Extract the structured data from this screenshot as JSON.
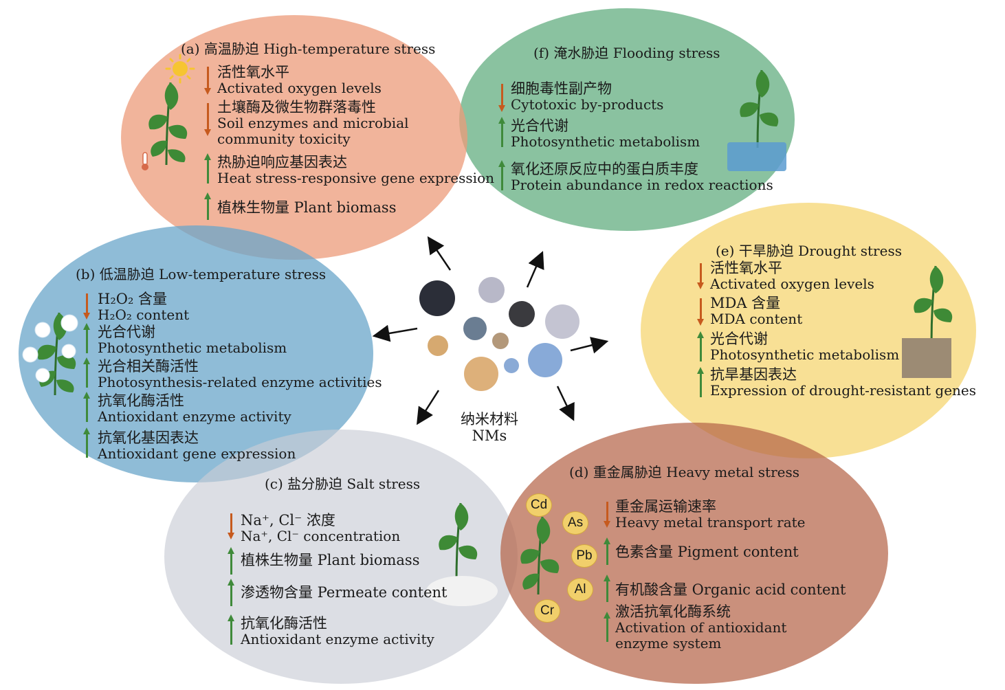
{
  "center": {
    "cn": "纳米材料",
    "en": "NMs"
  },
  "panels": {
    "a": {
      "title": "(a) 高温胁迫 High-temperature stress",
      "items": [
        {
          "cn": "活性氧水平",
          "en": "Activated oxygen levels",
          "dir": "down"
        },
        {
          "cn": "土壤酶及微生物群落毒性",
          "en": "Soil enzymes and microbial",
          "en2": "community toxicity",
          "dir": "down"
        },
        {
          "cn": "热胁迫响应基因表达",
          "en": "Heat stress-responsive gene expression",
          "dir": "up"
        },
        {
          "cn": "植株生物量 Plant biomass",
          "dir": "up"
        }
      ]
    },
    "b": {
      "title": "(b) 低温胁迫 Low-temperature stress",
      "items": [
        {
          "cn": "H₂O₂ 含量",
          "en": "H₂O₂ content",
          "dir": "down"
        },
        {
          "cn": "光合代谢",
          "en": "Photosynthetic metabolism",
          "dir": "up"
        },
        {
          "cn": "光合相关酶活性",
          "en": "Photosynthesis-related enzyme activities",
          "dir": "up"
        },
        {
          "cn": "抗氧化酶活性",
          "en": "Antioxidant enzyme activity",
          "dir": "up"
        },
        {
          "cn": "抗氧化基因表达",
          "en": "Antioxidant gene expression",
          "dir": "up"
        }
      ]
    },
    "c": {
      "title": "(c) 盐分胁迫 Salt stress",
      "items": [
        {
          "cn": "Na⁺, Cl⁻ 浓度",
          "en": "Na⁺, Cl⁻ concentration",
          "dir": "down"
        },
        {
          "cn": "植株生物量 Plant biomass",
          "dir": "up"
        },
        {
          "cn": "渗透物含量 Permeate content",
          "dir": "up"
        },
        {
          "cn": "抗氧化酶活性",
          "en": "Antioxidant enzyme activity",
          "dir": "up"
        }
      ]
    },
    "d": {
      "title": "(d) 重金属胁迫 Heavy metal stress",
      "metals": [
        "Cd",
        "As",
        "Pb",
        "Al",
        "Cr"
      ],
      "items": [
        {
          "cn": "重金属运输速率",
          "en": "Heavy metal transport rate",
          "dir": "down"
        },
        {
          "cn": "色素含量 Pigment content",
          "dir": "up"
        },
        {
          "cn": "有机酸含量 Organic acid content",
          "dir": "up"
        },
        {
          "cn": "激活抗氧化酶系统",
          "en": "Activation of antioxidant",
          "en2": "enzyme system",
          "dir": "up"
        }
      ]
    },
    "e": {
      "title": "(e) 干旱胁迫 Drought stress",
      "items": [
        {
          "cn": "活性氧水平",
          "en": "Activated oxygen levels",
          "dir": "down"
        },
        {
          "cn": "MDA 含量",
          "en": "MDA content",
          "dir": "down"
        },
        {
          "cn": "光合代谢",
          "en": "Photosynthetic metabolism",
          "dir": "up"
        },
        {
          "cn": "抗旱基因表达",
          "en": "Expression of drought-resistant genes",
          "dir": "up"
        }
      ]
    },
    "f": {
      "title": "(f) 淹水胁迫 Flooding stress",
      "items": [
        {
          "cn": "细胞毒性副产物",
          "en": "Cytotoxic by-products",
          "dir": "down"
        },
        {
          "cn": "光合代谢",
          "en": "Photosynthetic metabolism",
          "dir": "up"
        },
        {
          "cn": "氧化还原反应中的蛋白质丰度",
          "en": "Protein abundance in redox reactions",
          "dir": "up"
        }
      ]
    }
  },
  "colors": {
    "a": "#ec9b79",
    "b": "#6aa6c9",
    "c": "#c9ccd6",
    "d": "#b5654a",
    "e": "#f5d571",
    "f": "#58a878",
    "down_arrow": "#c65a1e",
    "up_arrow": "#3f8a3a"
  },
  "icons": [
    "sun-icon",
    "thermometer-icon",
    "snowflake-icon",
    "plant-icon",
    "water-icon",
    "cracked-soil-icon",
    "salt-pile-icon",
    "nanoparticle-circle"
  ]
}
